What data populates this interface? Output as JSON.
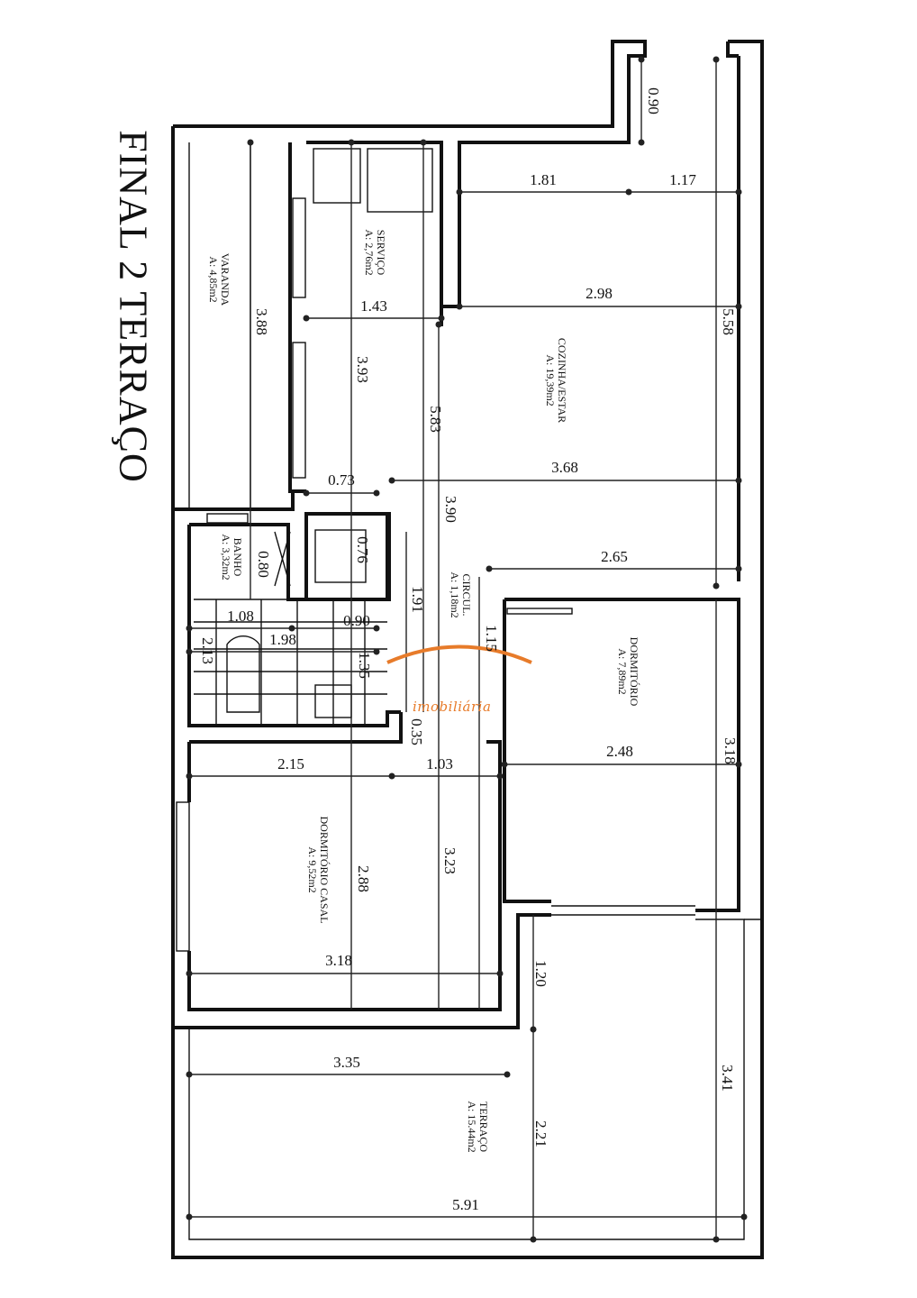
{
  "title": "FINAL 2 TERRAÇO",
  "watermark": {
    "text": "imobiliária",
    "color": "#e77b2a"
  },
  "rooms": [
    {
      "name": "VARANDA",
      "area": "A: 4,85m2"
    },
    {
      "name": "SERVIÇO",
      "area": "A: 2,76m2"
    },
    {
      "name": "COZINHA/ESTAR",
      "area": "A: 19,39m2"
    },
    {
      "name": "BANHO",
      "area": "A: 3,32m2"
    },
    {
      "name": "CIRCUL.",
      "area": "A: 1,18m2"
    },
    {
      "name": "DORMITÓRIO",
      "area": "A: 7,89m2"
    },
    {
      "name": "DORMITÓRIO CASAL",
      "area": "A: 9,52m2"
    },
    {
      "name": "TERRAÇO",
      "area": "A: 15.44m2"
    }
  ],
  "dimensions": {
    "d_090_top": "0.90",
    "d_181": "1.81",
    "d_117": "1.17",
    "d_298": "2.98",
    "d_558": "5.58",
    "d_143": "1.43",
    "d_388": "3.88",
    "d_393": "3.93",
    "d_583": "5.83",
    "d_073": "0.73",
    "d_368": "3.68",
    "d_390": "3.90",
    "d_265": "2.65",
    "d_080": "0.80",
    "d_076": "0.76",
    "d_191": "1.91",
    "d_108": "1.08",
    "d_090": "0.90",
    "d_198": "1.98",
    "d_213": "2.13",
    "d_135": "1.35",
    "d_115": "1.15",
    "d_035": "0.35",
    "d_248": "2.48",
    "d_318_right": "3.18",
    "d_215": "2.15",
    "d_103": "1.03",
    "d_288": "2.88",
    "d_323": "3.23",
    "d_318": "3.18",
    "d_120": "1.20",
    "d_335": "3.35",
    "d_341": "3.41",
    "d_221": "2.21",
    "d_591": "5.91"
  }
}
